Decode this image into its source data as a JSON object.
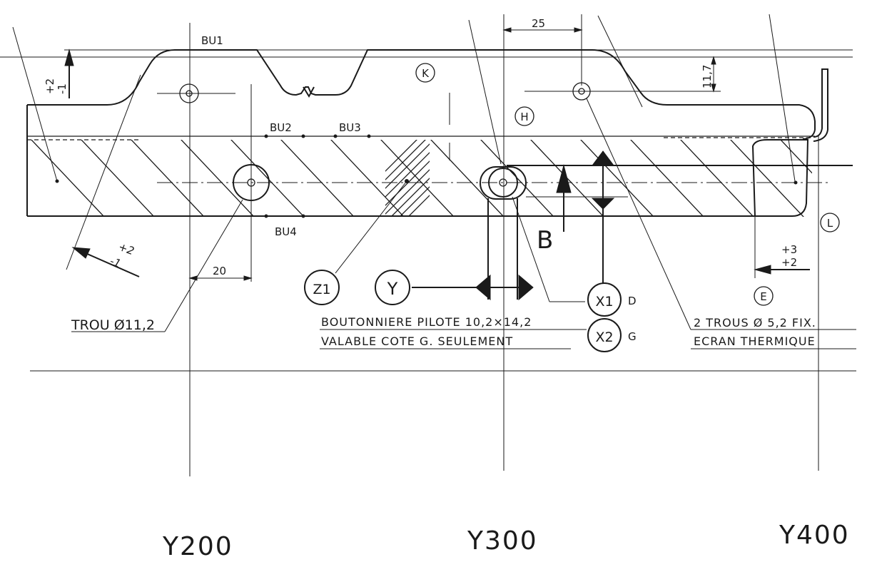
{
  "labels": {
    "bu1": "BU1",
    "bu2": "BU2",
    "bu3": "BU3",
    "bu4": "BU4",
    "k": "K",
    "h": "H",
    "l": "L",
    "e": "E",
    "z1": "Z1",
    "y": "Y",
    "x1": "X1",
    "x2": "X2",
    "d": "D",
    "g": "G",
    "b": "B"
  },
  "dimensions": {
    "d25": "25",
    "d11_7": "11,7",
    "d20": "20",
    "tol_left_plus": "+2",
    "tol_left_minus": "-1",
    "tol_diag_plus": "+2",
    "tol_diag_minus": "-1",
    "tol_right_plus3": "+3",
    "tol_right_plus2": "+2"
  },
  "notes": {
    "trou": "TROU Ø11,2",
    "boutonniere_1": "BOUTONNIERE  PILOTE 10,2×14,2",
    "boutonniere_2": "VALABLE COTE G. SEULEMENT",
    "trous_1": "2 TROUS Ø 5,2 FIX.",
    "trous_2": "ECRAN THERMIQUE"
  },
  "axes": {
    "y200": "Y200",
    "y300": "Y300",
    "y400": "Y400"
  }
}
